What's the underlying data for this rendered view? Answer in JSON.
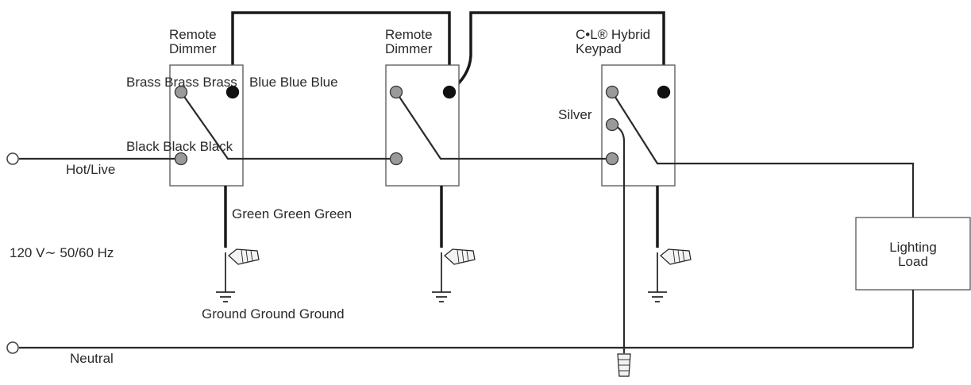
{
  "devices": [
    {
      "title_line1": "Remote",
      "title_line2": "Dimmer"
    },
    {
      "title_line1": "Remote",
      "title_line2": "Dimmer"
    },
    {
      "title_line1": "C•L® Hybrid",
      "title_line2": "Keypad"
    }
  ],
  "labels": {
    "brass": "Brass Brass Brass",
    "blue": "Blue Blue Blue",
    "black": "Black Black Black",
    "green": "Green Green Green",
    "ground": "Ground Ground Ground",
    "silver": "Silver",
    "hot": "Hot/Live",
    "neutral": "Neutral",
    "supply": "120 V∼  50/60 Hz",
    "load_line1": "Lighting",
    "load_line2": "Load"
  }
}
